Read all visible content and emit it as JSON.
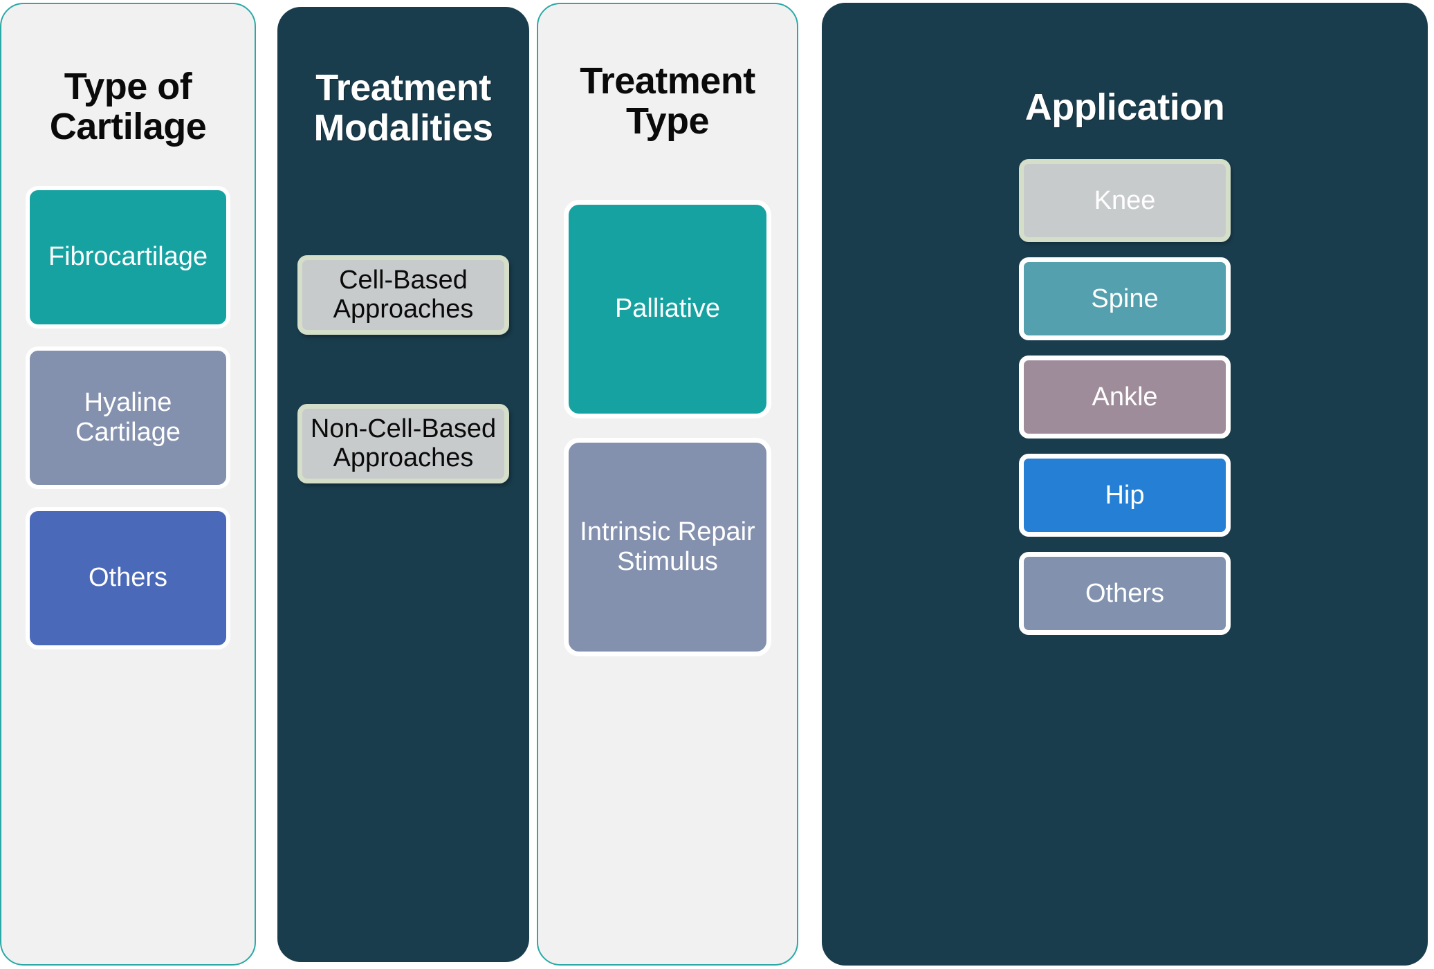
{
  "figure": {
    "columns": [
      {
        "id": "type-of-cartilage",
        "title": "Type of\nCartilage",
        "panel_style": "light",
        "panel_bg": "#F1F1F1",
        "panel_border": "#2AA9A6",
        "title_color": "#0A0A0A",
        "items": [
          {
            "label": "Fibrocartilage",
            "color": "#17A2A2",
            "text_color": "#FFFFFF"
          },
          {
            "label": "Hyaline\nCartilage",
            "color": "#8491AE",
            "text_color": "#FFFFFF"
          },
          {
            "label": "Others",
            "color": "#4A69B8",
            "text_color": "#FFFFFF"
          }
        ]
      },
      {
        "id": "treatment-modalities",
        "title": "Treatment\nModalities",
        "panel_style": "dark",
        "panel_bg": "#1A3D4D",
        "panel_border": "#1A3D4D",
        "title_color": "#FFFFFF",
        "items": [
          {
            "label": "Cell-Based\nApproaches",
            "color": "#C8CBCC",
            "text_color": "#0A0A0A"
          },
          {
            "label": "Non-Cell-Based\nApproaches",
            "color": "#C8CBCC",
            "text_color": "#0A0A0A"
          }
        ]
      },
      {
        "id": "treatment-type",
        "title": "Treatment\nType",
        "panel_style": "light",
        "panel_bg": "#F1F1F1",
        "panel_border": "#2AA9A6",
        "title_color": "#0A0A0A",
        "items": [
          {
            "label": "Palliative",
            "color": "#17A2A2",
            "text_color": "#FFFFFF"
          },
          {
            "label": "Intrinsic Repair\nStimulus",
            "color": "#8491AE",
            "text_color": "#FFFFFF"
          }
        ]
      },
      {
        "id": "application",
        "title": "Application",
        "panel_style": "dark",
        "panel_bg": "#1A3D4D",
        "panel_border": "#1A3D4D",
        "title_color": "#FFFFFF",
        "items": [
          {
            "label": "Knee",
            "color": "#C8CBCC",
            "text_color": "#FFFFFF"
          },
          {
            "label": "Spine",
            "color": "#55A0AE",
            "text_color": "#FFFFFF"
          },
          {
            "label": "Ankle",
            "color": "#9E8C9A",
            "text_color": "#FFFFFF"
          },
          {
            "label": "Hip",
            "color": "#2580D5",
            "text_color": "#FFFFFF"
          },
          {
            "label": "Others",
            "color": "#8292AE",
            "text_color": "#FFFFFF"
          }
        ]
      }
    ],
    "palette": {
      "teal_accent": "#17A2A2",
      "navy_panel": "#1A3D4D",
      "light_panel": "#F1F1F1",
      "panel_outline_teal": "#2AA9A6",
      "plate_gray": "#C8CBCC",
      "plate_rim_green": "#D4DEC8",
      "slate_blue": "#8491AE",
      "royal_blue": "#4A69B8",
      "spine_teal": "#55A0AE",
      "ankle_mauve": "#9E8C9A",
      "hip_blue": "#2580D5",
      "others_slate": "#8292AE"
    }
  }
}
